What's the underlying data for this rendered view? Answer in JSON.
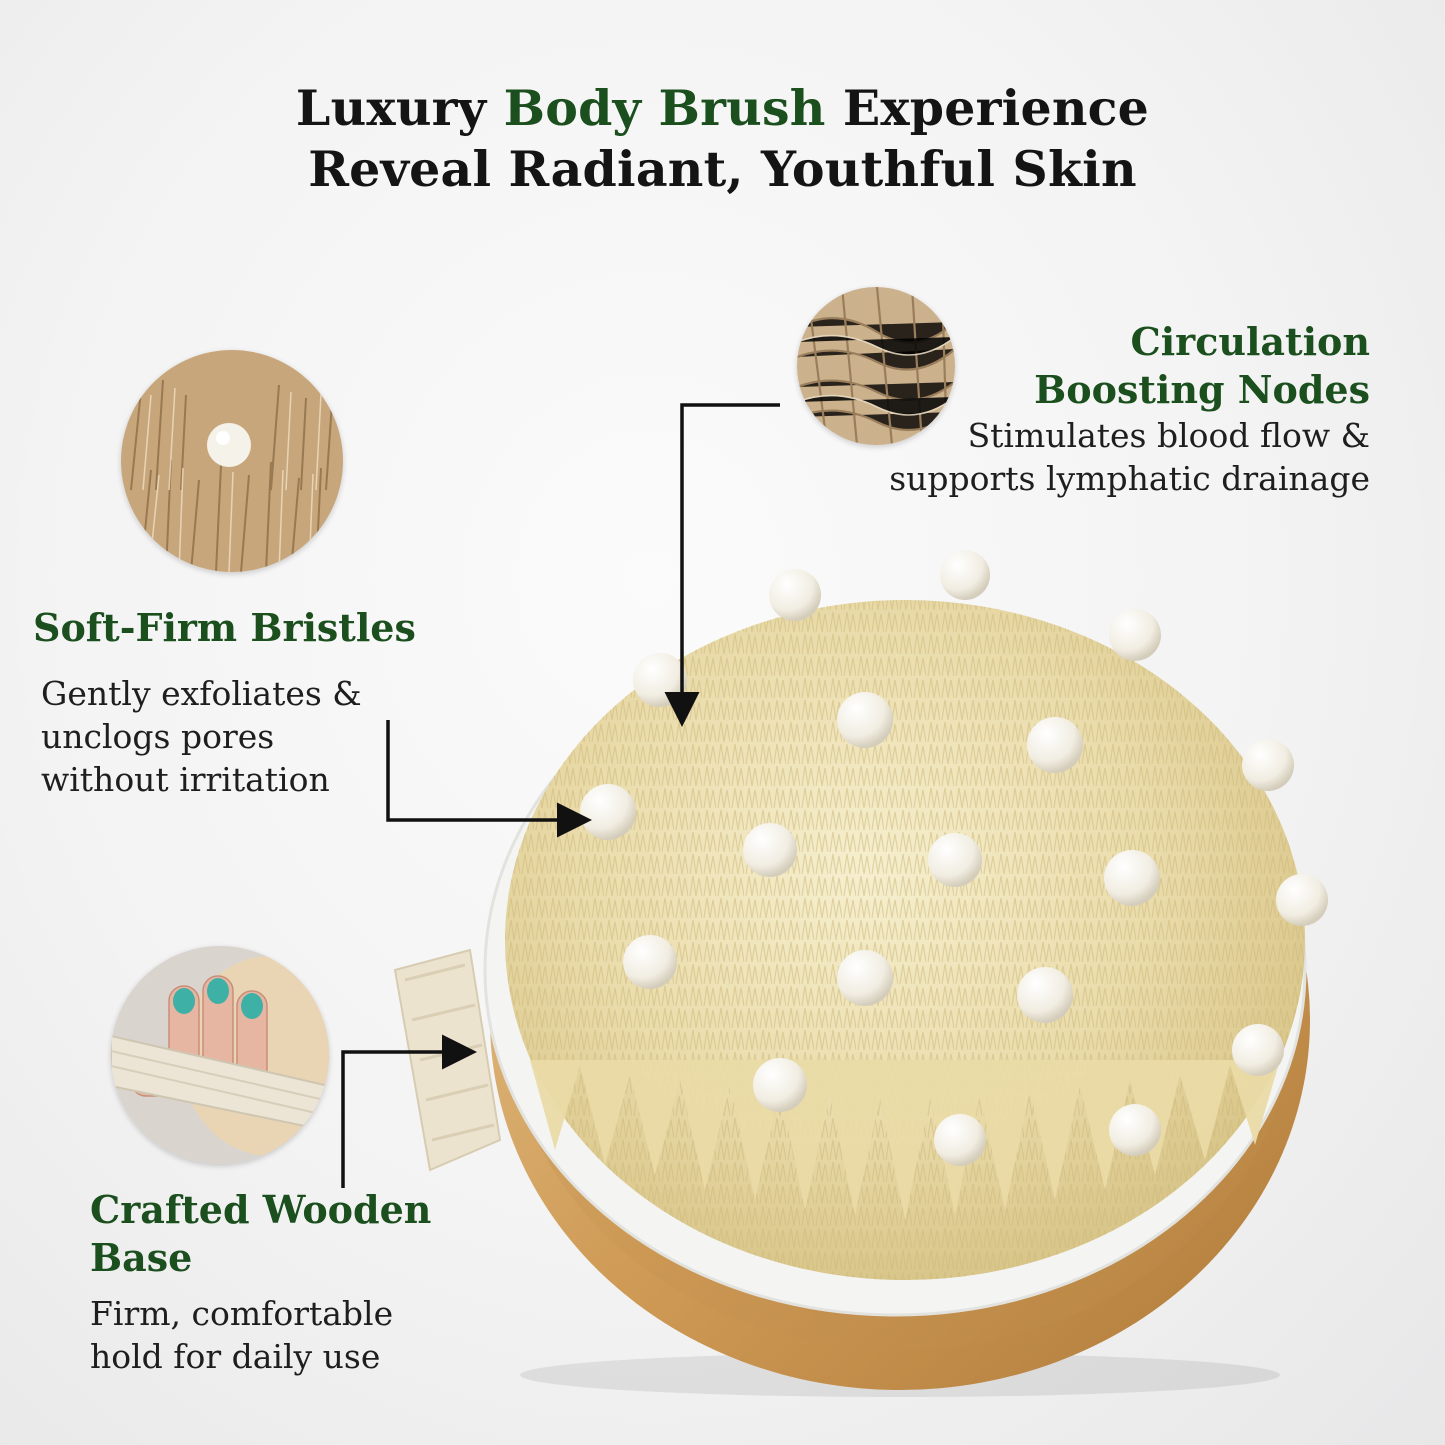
{
  "headline": {
    "line1_pre": "Luxury ",
    "line1_accent": "Body Brush",
    "line1_post": " Experience",
    "line2": "Reveal Radiant, Youthful Skin"
  },
  "features": {
    "circulation": {
      "title_line1": "Circulation",
      "title_line2": "Boosting Nodes",
      "desc_line1": "Stimulates blood flow &",
      "desc_line2": "supports lymphatic drainage"
    },
    "bristles": {
      "title": "Soft-Firm Bristles",
      "desc_line1": "Gently exfoliates &",
      "desc_line2": "unclogs pores",
      "desc_line3": "without irritation"
    },
    "base": {
      "title_line1": "Crafted Wooden",
      "title_line2": "Base",
      "desc_line1": "Firm, comfortable",
      "desc_line2": "hold for daily use"
    }
  },
  "colors": {
    "accent_green": "#1b4f1e",
    "text": "#141414",
    "bristle": "#efe3b8",
    "wood": "#d6a865",
    "node": "#f3f0e6"
  },
  "icons": [
    "bristle-closeup-icon",
    "node-closeup-icon",
    "strap-hand-icon",
    "arrow-icon"
  ]
}
